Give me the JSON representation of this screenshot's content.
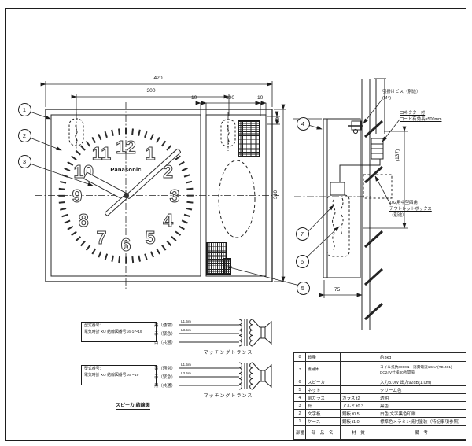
{
  "drawing": {
    "logo": "Panasonic",
    "clock_numerals": [
      "1",
      "2",
      "3",
      "4",
      "5",
      "6",
      "7",
      "8",
      "9",
      "10",
      "11",
      "12"
    ],
    "callouts": [
      "1",
      "2",
      "3",
      "4",
      "5",
      "6",
      "7"
    ],
    "dimensions": {
      "overall_width": "420",
      "hole_pitch": "300",
      "offset_left": "10",
      "speaker_width": "100",
      "offset_right": "10",
      "offset_top": "10",
      "overall_height": "310",
      "depth": "75",
      "side_height": "(137)"
    },
    "side_labels": {
      "screw_line1": "引掛けビス（別途）",
      "screw_line2": "(M4)",
      "connector_line1": "コネクター付",
      "connector_line2": "コード有効長=500mm",
      "outlet_line1": "102角中型四角",
      "outlet_line2": "アウトレットボックス",
      "outlet_line3": "（別途）"
    },
    "wiring": {
      "title": "スピーカ 結線図",
      "transformer_label": "マッチングトランス",
      "diagram1": {
        "box_line1": "型式番号：",
        "box_line2": "電気時計 XU 結線図番号16-1～19",
        "wires": [
          {
            "label": "黒（通常）",
            "length": "L1.5m"
          },
          {
            "label": "赤（緊急）",
            "length": "L3.5m"
          },
          {
            "label": "白（共通）",
            "length": ""
          }
        ]
      },
      "diagram2": {
        "box_line1": "型式番号：",
        "box_line2": "電気時計 XU 結線図番号16～19",
        "wires": [
          {
            "label": "黄（通常）",
            "length": "L1.5m"
          },
          {
            "label": "赤（緊急）",
            "length": "L3.5m"
          },
          {
            "label": "黒（共通）",
            "length": ""
          }
        ]
      }
    },
    "parts_table": {
      "header": {
        "no": "部番",
        "name": "部 品 名",
        "material": "材 質",
        "remark": "備  考"
      },
      "rows": [
        {
          "no": "8",
          "name": "質量",
          "material": "",
          "remark": "約3kg",
          "remark2": ""
        },
        {
          "no": "7",
          "name": "機械体",
          "material": "",
          "remark": "コイル抵抗3000Ω・消費電流13mA(TB-401)",
          "remark2": "DC24V仕様30秒間隔"
        },
        {
          "no": "6",
          "name": "スピーカ",
          "material": "",
          "remark": "入力3.0W 出力92dB(1.0m)",
          "remark2": ""
        },
        {
          "no": "5",
          "name": "ネット",
          "material": "",
          "remark": "クリーム色",
          "remark2": ""
        },
        {
          "no": "4",
          "name": "前ガラス",
          "material": "ガラス t2",
          "remark": "透明",
          "remark2": ""
        },
        {
          "no": "3",
          "name": "針",
          "material": "アルミ t0.3",
          "remark": "黒色",
          "remark2": ""
        },
        {
          "no": "2",
          "name": "文字板",
          "material": "鋼板 t0.5",
          "remark": "白色 文字黒色印刷",
          "remark2": ""
        },
        {
          "no": "1",
          "name": "ケース",
          "material": "鋼板 t1.0",
          "remark": "標準色メラミン焼付塗装（特記事項参照）",
          "remark2": ""
        }
      ]
    }
  }
}
